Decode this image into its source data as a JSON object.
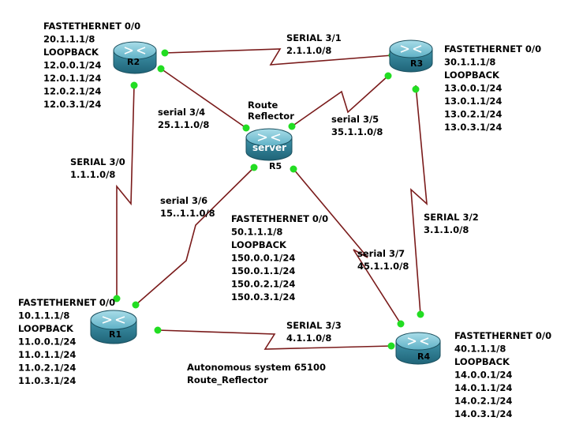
{
  "routers": {
    "r1": {
      "name": "R1",
      "interfaces": [
        "FASTETHERNET 0/0",
        "10.1.1.1/8",
        "LOOPBACK",
        "11.0.0.1/24",
        "11.0.1.1/24",
        "11.0.2.1/24",
        "11.0.3.1/24"
      ]
    },
    "r2": {
      "name": "R2",
      "interfaces": [
        "FASTETHERNET 0/0",
        "20.1.1.1/8",
        "LOOPBACK",
        "12.0.0.1/24",
        "12.0.1.1/24",
        "12.0.2.1/24",
        "12.0.3.1/24"
      ]
    },
    "r3": {
      "name": "R3",
      "interfaces": [
        "FASTETHERNET 0/0",
        "30.1.1.1/8",
        "LOOPBACK",
        "13.0.0.1/24",
        "13.0.1.1/24",
        "13.0.2.1/24",
        "13.0.3.1/24"
      ]
    },
    "r4": {
      "name": "R4",
      "interfaces": [
        "FASTETHERNET 0/0",
        "40.1.1.1/8",
        "LOOPBACK",
        "14.0.0.1/24",
        "14.0.1.1/24",
        "14.0.2.1/24",
        "14.0.3.1/24"
      ]
    },
    "r5": {
      "name": "R5",
      "device_label": "server",
      "role": [
        "Route",
        "Reflector"
      ],
      "interfaces": [
        "FASTETHERNET 0/0",
        "50.1.1.1/8",
        "LOOPBACK",
        "150.0.0.1/24",
        "150.0.1.1/24",
        "150.0.2.1/24",
        "150.0.3.1/24"
      ]
    }
  },
  "links": {
    "r2_r3": [
      "SERIAL 3/1",
      "2.1.1.0/8"
    ],
    "r2_r1": [
      "SERIAL 3/0",
      "1.1.1.0/8"
    ],
    "r3_r4": [
      "SERIAL 3/2",
      "3.1.1.0/8"
    ],
    "r1_r4": [
      "SERIAL 3/3",
      "4.1.1.0/8"
    ],
    "r2_r5": [
      "serial 3/4",
      "25.1.1.0/8"
    ],
    "r3_r5": [
      "serial 3/5",
      "35.1.1.0/8"
    ],
    "r1_r5": [
      "serial 3/6",
      "15..1.1.0/8"
    ],
    "r4_r5": [
      "serial 3/7",
      "45.1.1.0/8"
    ]
  },
  "caption": [
    "Autonomous system 65100",
    "Route_Reflector"
  ],
  "colors": {
    "link": "#7a1b1b",
    "port_dot": "#22dd22",
    "router_body": "#3a8aa0",
    "router_top": "#7cc6d8"
  }
}
